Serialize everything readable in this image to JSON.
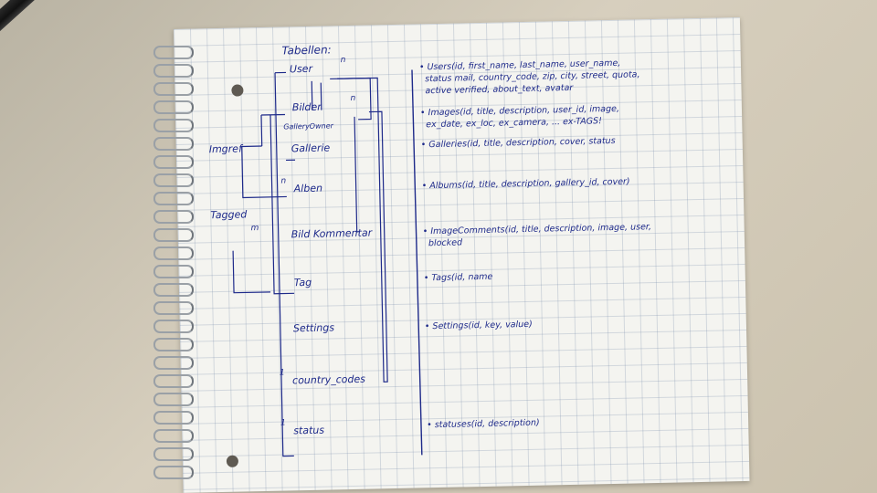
{
  "heading": "Tabellen:",
  "entities": [
    {
      "label": "User",
      "mult": "n"
    },
    {
      "label": "Bilder",
      "mult": "n"
    },
    {
      "label": "GalleryOwner",
      "mult": ""
    },
    {
      "label": "Gallerie",
      "mult": ""
    },
    {
      "label": "Alben",
      "mult": "n"
    },
    {
      "label": "Bild Kommentar",
      "mult": ""
    },
    {
      "label": "Tag",
      "mult": ""
    },
    {
      "label": "Settings",
      "mult": ""
    },
    {
      "label": "country_codes",
      "mult": "1"
    },
    {
      "label": "status",
      "mult": "1"
    }
  ],
  "relations": {
    "imgref": "Imgref",
    "tagged": "Tagged",
    "m": "m"
  },
  "schemas": [
    [
      "• Users(id, first_name, last_name, user_name,",
      "status mail, country_code, zip, city, street, quota,",
      "active verified, about_text, avatar"
    ],
    [
      "• Images(id, title, description, user_id, image,",
      "ex_date, ex_loc, ex_camera, ... ex-TAGS!"
    ],
    [
      "• Galleries(id, title, description, cover, status"
    ],
    [
      "• Albums(id, title, description, gallery_id, cover)"
    ],
    [
      "• ImageComments(id, title, description, image, user,",
      "blocked"
    ],
    [
      "• Tags(id, name"
    ],
    [
      "• Settings(id, key, value)"
    ],
    [
      "• statuses(id, description)"
    ]
  ],
  "colors": {
    "ink": "#1e2a8a",
    "paper": "#f4f4f0",
    "grid": "#8ea0bc"
  }
}
